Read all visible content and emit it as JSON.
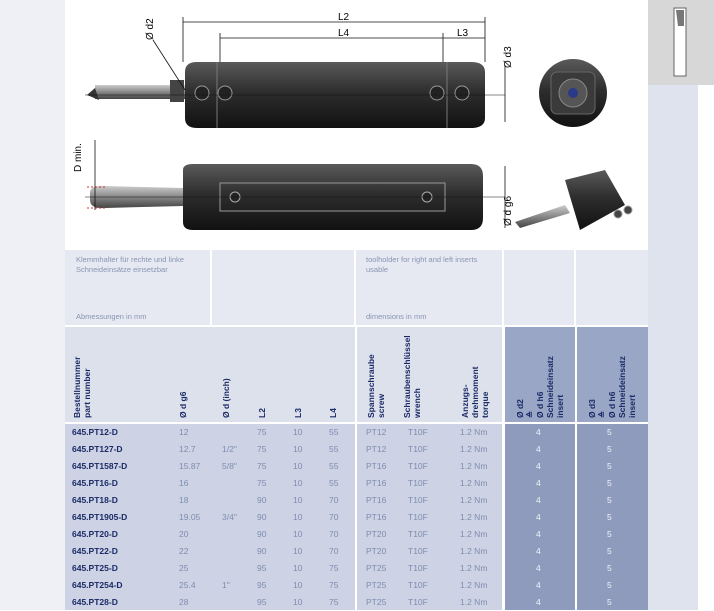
{
  "drawing": {
    "labels": {
      "d2": "Ø d2",
      "L2": "L2",
      "L4": "L4",
      "L3": "L3",
      "d3": "Ø d3",
      "dmin": "D min.",
      "dg6": "Ø d g6"
    }
  },
  "notes": {
    "de_holder": "Klemmhalter für rechte und linke Schneideinsätze einsetzbar",
    "de_dims": "Abmessungen in mm",
    "en_holder": "toolholder for right and left inserts usable",
    "en_dims": "dimensions in mm"
  },
  "headers": {
    "partnumber": [
      "Bestellnummer",
      "part number"
    ],
    "dg6": "Ø d g6",
    "dinch": "Ø d (inch)",
    "L2": "L2",
    "L3": "L3",
    "L4": "L4",
    "screw": [
      "Spannschraube",
      "screw"
    ],
    "wrench": [
      "Schraubenschlüssel",
      "wrench"
    ],
    "torque": [
      "Anzugs-",
      "drehmoment",
      "torque"
    ],
    "insert_d2": [
      "Ø d2",
      "≙",
      "Ø d h6",
      "Schneideinsatz",
      "insert"
    ],
    "insert_d3": [
      "Ø d3",
      "≙",
      "Ø d h6",
      "Schneideinsatz",
      "insert"
    ]
  },
  "rows": [
    {
      "pn": "645.PT12-D",
      "dg6": "12",
      "inch": "",
      "L2": "75",
      "L3": "10",
      "L4": "55",
      "screw": "PT12",
      "wrench": "T10F",
      "torque": "1.2 Nm",
      "d2": "4",
      "d3": "5"
    },
    {
      "pn": "645.PT127-D",
      "dg6": "12.7",
      "inch": "1/2\"",
      "L2": "75",
      "L3": "10",
      "L4": "55",
      "screw": "PT12",
      "wrench": "T10F",
      "torque": "1.2 Nm",
      "d2": "4",
      "d3": "5"
    },
    {
      "pn": "645.PT1587-D",
      "dg6": "15.87",
      "inch": "5/8\"",
      "L2": "75",
      "L3": "10",
      "L4": "55",
      "screw": "PT16",
      "wrench": "T10F",
      "torque": "1.2 Nm",
      "d2": "4",
      "d3": "5"
    },
    {
      "pn": "645.PT16-D",
      "dg6": "16",
      "inch": "",
      "L2": "75",
      "L3": "10",
      "L4": "55",
      "screw": "PT16",
      "wrench": "T10F",
      "torque": "1.2 Nm",
      "d2": "4",
      "d3": "5"
    },
    {
      "pn": "645.PT18-D",
      "dg6": "18",
      "inch": "",
      "L2": "90",
      "L3": "10",
      "L4": "70",
      "screw": "PT16",
      "wrench": "T10F",
      "torque": "1.2 Nm",
      "d2": "4",
      "d3": "5"
    },
    {
      "pn": "645.PT1905-D",
      "dg6": "19.05",
      "inch": "3/4\"",
      "L2": "90",
      "L3": "10",
      "L4": "70",
      "screw": "PT16",
      "wrench": "T10F",
      "torque": "1.2 Nm",
      "d2": "4",
      "d3": "5"
    },
    {
      "pn": "645.PT20-D",
      "dg6": "20",
      "inch": "",
      "L2": "90",
      "L3": "10",
      "L4": "70",
      "screw": "PT20",
      "wrench": "T10F",
      "torque": "1.2 Nm",
      "d2": "4",
      "d3": "5"
    },
    {
      "pn": "645.PT22-D",
      "dg6": "22",
      "inch": "",
      "L2": "90",
      "L3": "10",
      "L4": "70",
      "screw": "PT20",
      "wrench": "T10F",
      "torque": "1.2 Nm",
      "d2": "4",
      "d3": "5"
    },
    {
      "pn": "645.PT25-D",
      "dg6": "25",
      "inch": "",
      "L2": "95",
      "L3": "10",
      "L4": "75",
      "screw": "PT25",
      "wrench": "T10F",
      "torque": "1.2 Nm",
      "d2": "4",
      "d3": "5"
    },
    {
      "pn": "645.PT254-D",
      "dg6": "25.4",
      "inch": "1\"",
      "L2": "95",
      "L3": "10",
      "L4": "75",
      "screw": "PT25",
      "wrench": "T10F",
      "torque": "1.2 Nm",
      "d2": "4",
      "d3": "5"
    },
    {
      "pn": "645.PT28-D",
      "dg6": "28",
      "inch": "",
      "L2": "95",
      "L3": "10",
      "L4": "75",
      "screw": "PT25",
      "wrench": "T10F",
      "torque": "1.2 Nm",
      "d2": "4",
      "d3": "5"
    }
  ]
}
